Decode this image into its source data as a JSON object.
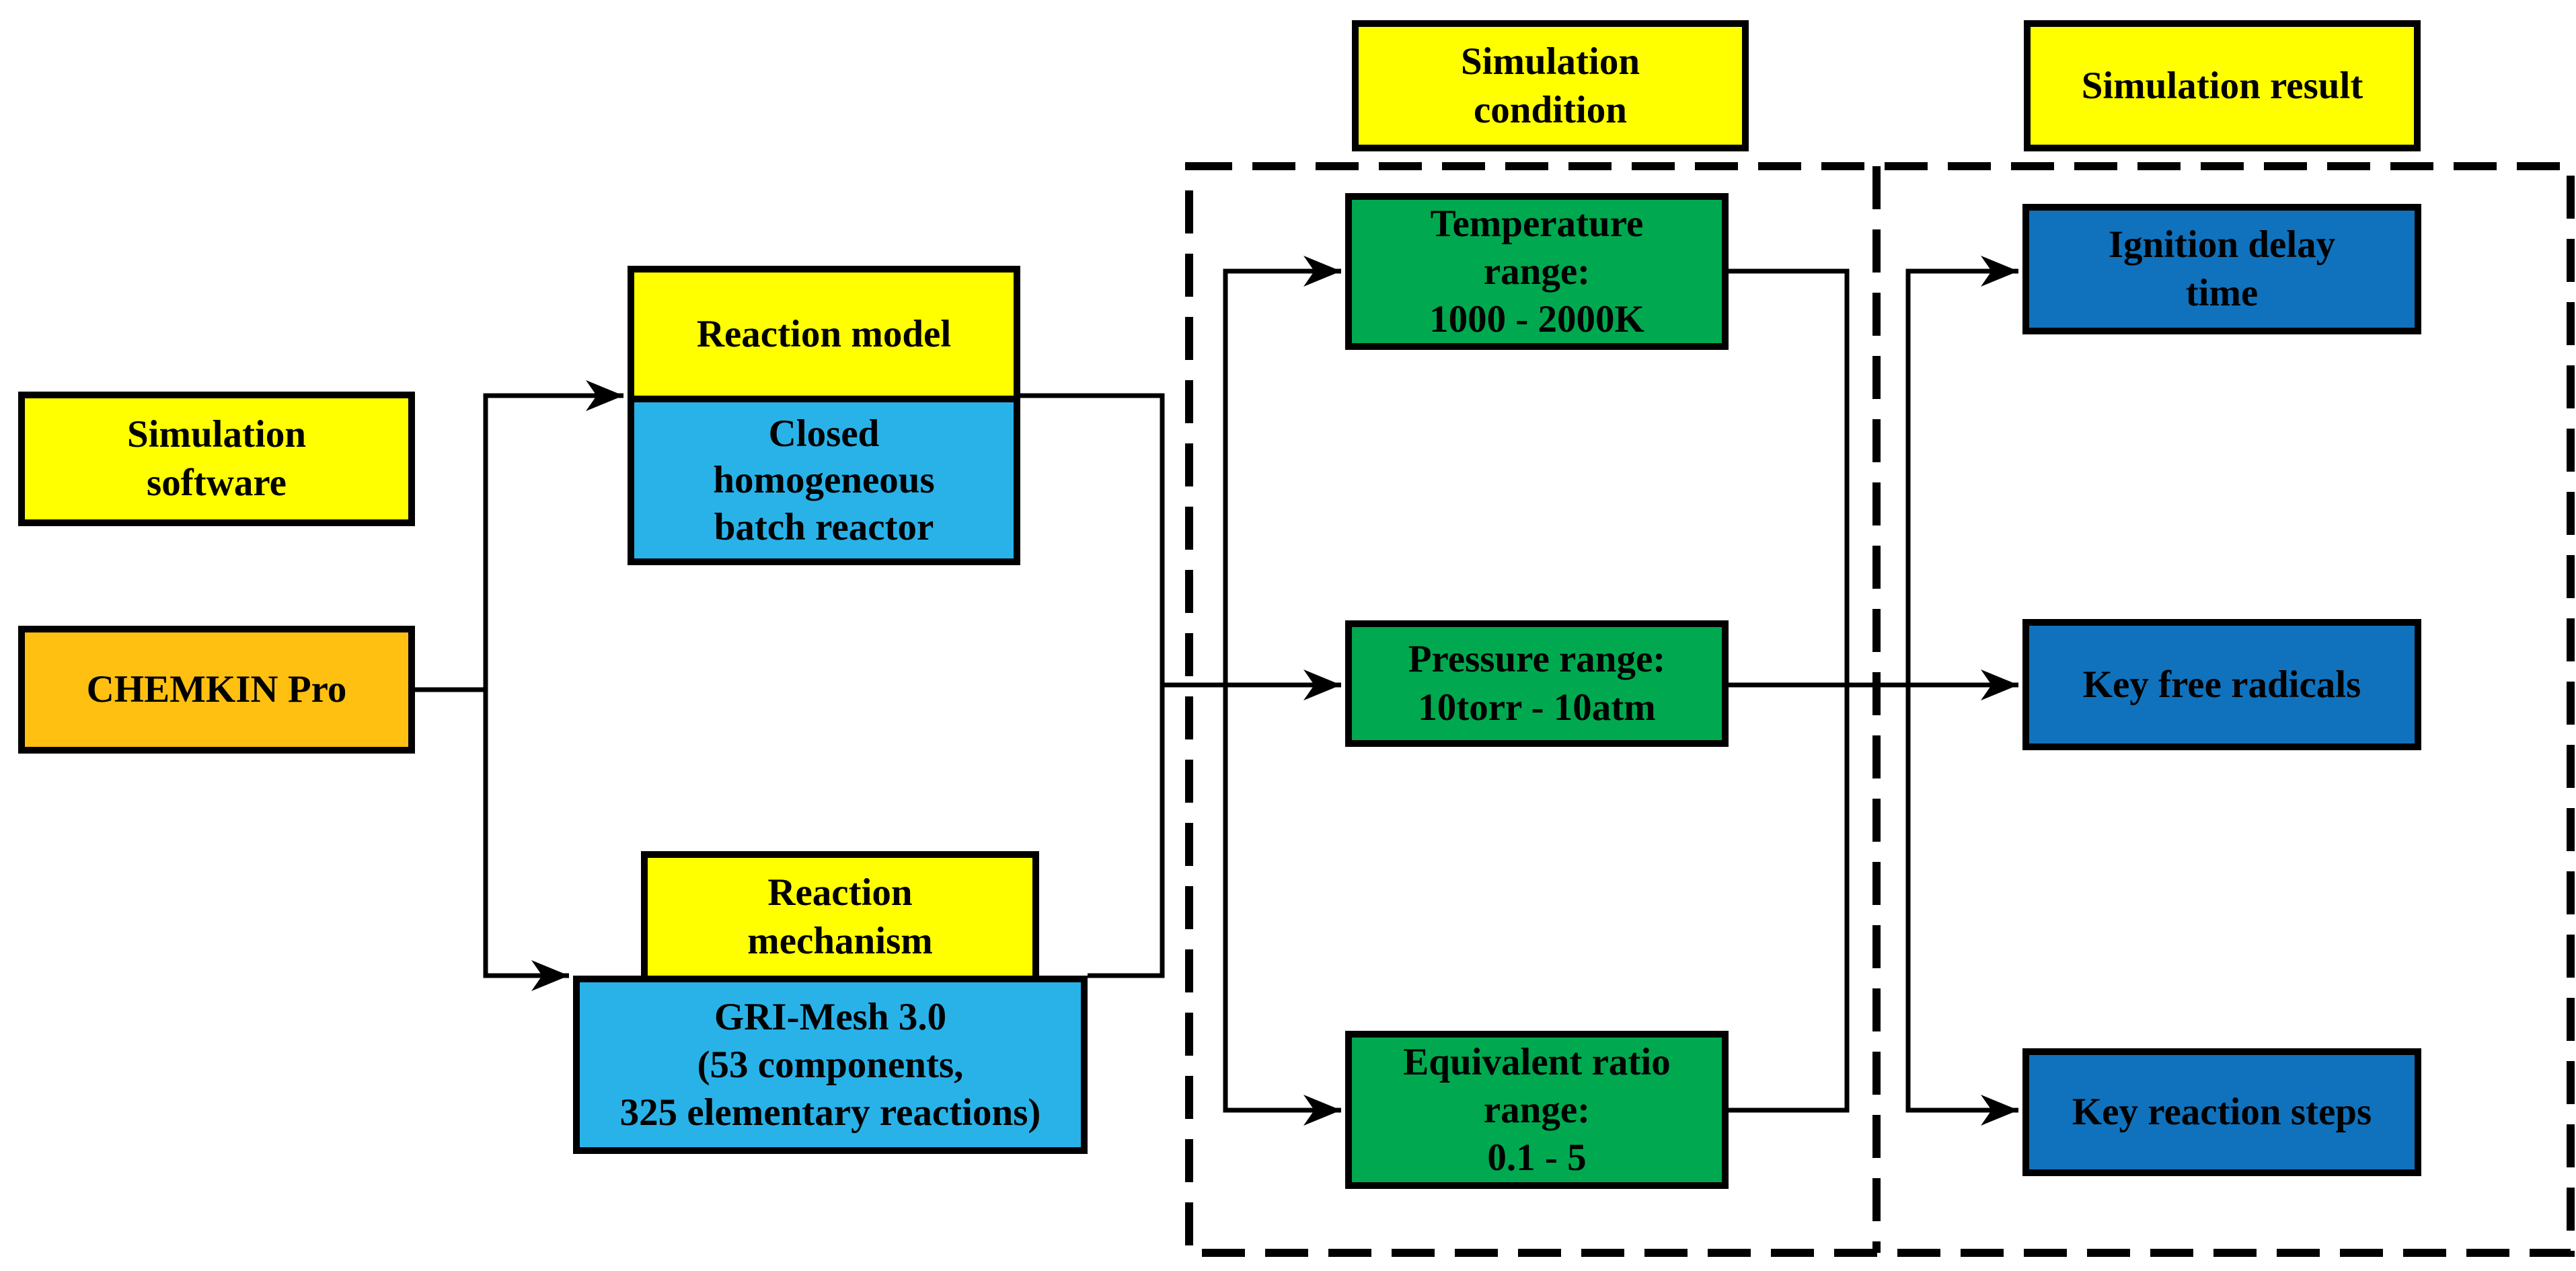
{
  "palette": {
    "yellow": "#FFFF00",
    "orange": "#FFC011",
    "cyan": "#29B2E8",
    "green": "#00A94F",
    "blue": "#1072BC",
    "line": "#000000",
    "background": "#FFFFFF"
  },
  "nodes": {
    "sim_software": {
      "label": "Simulation\nsoftware"
    },
    "chemkin": {
      "label": "CHEMKIN Pro"
    },
    "reaction_model": {
      "label": "Reaction model"
    },
    "closed_batch": {
      "label": "Closed\nhomogeneous\nbatch reactor"
    },
    "reaction_mechanism": {
      "label": "Reaction\nmechanism"
    },
    "gri_mesh": {
      "label": "GRI-Mesh 3.0\n(53 components,\n325 elementary reactions)"
    },
    "sim_condition": {
      "label": "Simulation\ncondition"
    },
    "sim_result": {
      "label": "Simulation result"
    },
    "temperature": {
      "label": "Temperature\nrange:\n1000 - 2000K"
    },
    "pressure": {
      "label": "Pressure range:\n10torr - 10atm"
    },
    "equivalent": {
      "label": "Equivalent ratio\nrange:\n0.1 - 5"
    },
    "ignition": {
      "label": "Ignition delay\ntime"
    },
    "radicals": {
      "label": "Key free radicals"
    },
    "steps": {
      "label": "Key reaction steps"
    }
  }
}
